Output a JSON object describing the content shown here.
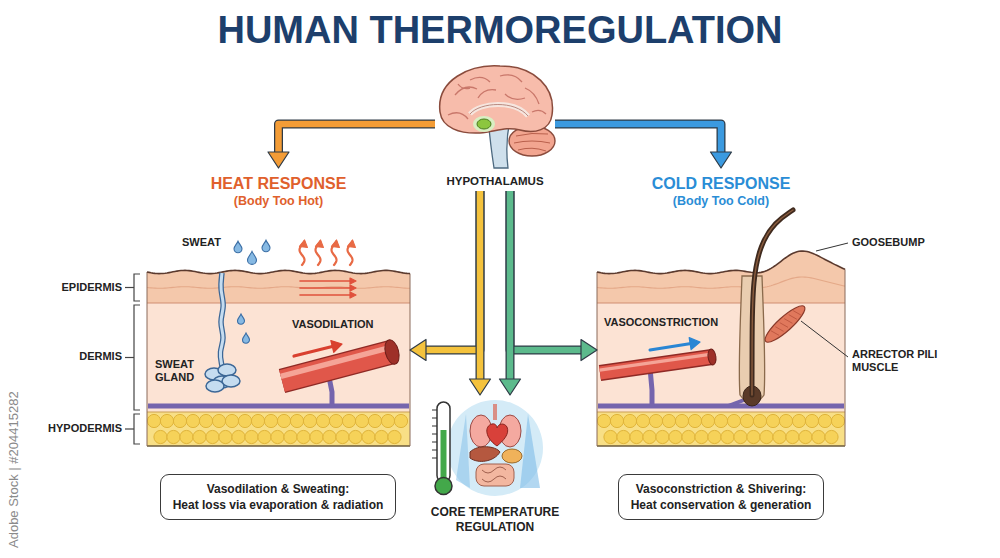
{
  "diagram": {
    "title": "HUMAN THERMOREGULATION",
    "nodes": [
      {
        "text": [
          "HEAT RESPONSE",
          "(Body Too Hot)"
        ]
      },
      {
        "text": [
          "HYPOTHALAMUS"
        ]
      },
      {
        "text": [
          "COLD RESPONSE",
          "(Body Too Cold)"
        ]
      },
      {
        "text": [
          "CORE TEMPERATURE REGULATION"
        ]
      },
      {
        "text": [
          "Vasodilation & Sweating:",
          "Heat loss via evaporation & radiation"
        ]
      },
      {
        "text": [
          "Vasoconstriction & Shivering:",
          "Heat conservation & generation"
        ]
      }
    ],
    "edges": [
      {
        "from": 1,
        "to": 0,
        "arrow": "to"
      },
      {
        "from": 1,
        "to": 2,
        "arrow": "to"
      },
      {
        "from": 1,
        "to": 3,
        "arrow": "to"
      },
      {
        "from": 1,
        "to": 3,
        "arrow": "to"
      },
      {
        "from": 1,
        "to": 0,
        "arrow": "to"
      },
      {
        "from": 1,
        "to": 2,
        "arrow": "to"
      }
    ],
    "labels": [
      "SWEAT",
      "GOOSEBUMP",
      "EPIDERMIS",
      "VASODILATION",
      "VASOCONSTRICTION",
      "DERMIS",
      "SWEAT GLAND",
      "ARRECTOR PILI MUSCLE",
      "HYPODERMIS",
      "Adobe Stock | #204415282"
    ]
  }
}
